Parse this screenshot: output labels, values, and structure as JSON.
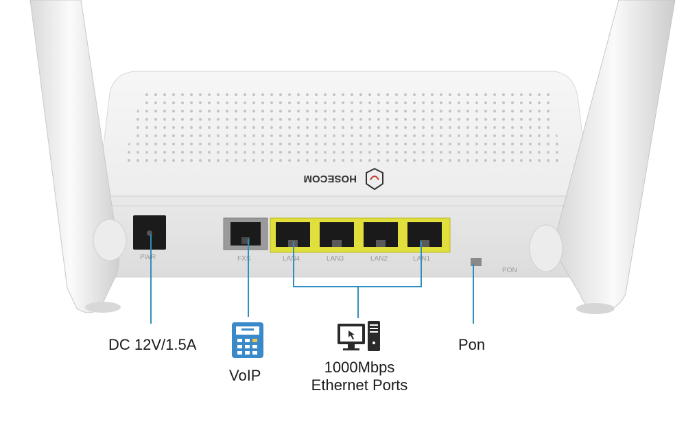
{
  "router": {
    "brand": "HOSECOM",
    "port_labels": [
      "PWR",
      "FXS",
      "LAN4",
      "LAN3",
      "LAN2",
      "LAN1",
      "PON"
    ],
    "colors": {
      "body": "#f2f2f2",
      "lan_block": "#e0df3c",
      "callout_line": "#2e8fbf"
    }
  },
  "callouts": {
    "power": "DC 12V/1.5A",
    "voip": "VoIP",
    "ethernet_line1": "1000Mbps",
    "ethernet_line2": "Ethernet Ports",
    "pon": "Pon"
  },
  "icons": {
    "voip": "desk-phone-icon",
    "ethernet": "desktop-computer-icon"
  }
}
